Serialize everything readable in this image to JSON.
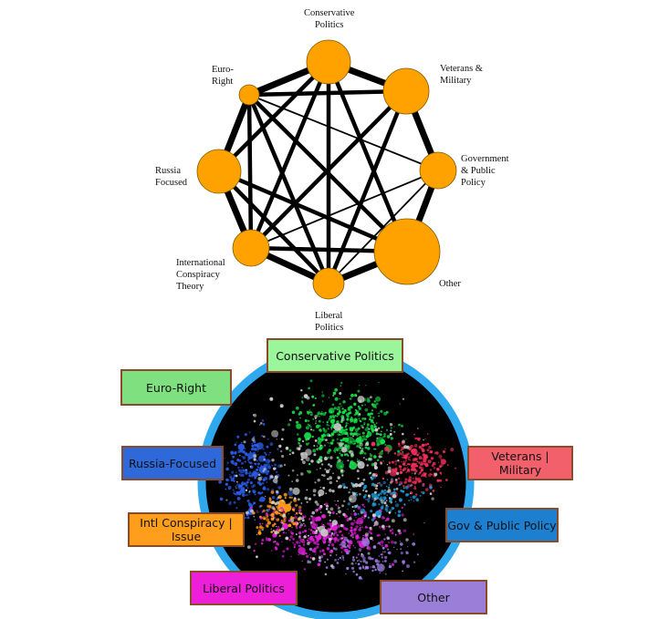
{
  "network": {
    "nodes": [
      {
        "id": "conservative",
        "label": "Conservative\nPolitics",
        "size": 3
      },
      {
        "id": "veterans",
        "label": "Veterans &\nMilitary",
        "size": 4
      },
      {
        "id": "government",
        "label": "Government\n& Public\nPolicy",
        "size": 2
      },
      {
        "id": "other",
        "label": "Other",
        "size": 5
      },
      {
        "id": "liberal",
        "label": "Liberal\nPolitics",
        "size": 1
      },
      {
        "id": "intl",
        "label": "International\nConspiracy\nTheory",
        "size": 2
      },
      {
        "id": "russia",
        "label": "Russia\nFocused",
        "size": 3
      },
      {
        "id": "euro",
        "label": "Euro-\nRight",
        "size": 0
      }
    ],
    "edges": [
      [
        "conservative",
        "veterans",
        "heavy"
      ],
      [
        "conservative",
        "euro",
        "heavy"
      ],
      [
        "conservative",
        "russia",
        "medium"
      ],
      [
        "conservative",
        "intl",
        "medium"
      ],
      [
        "conservative",
        "liberal",
        "medium"
      ],
      [
        "conservative",
        "other",
        "medium"
      ],
      [
        "veterans",
        "government",
        "heavy"
      ],
      [
        "veterans",
        "intl",
        "medium"
      ],
      [
        "veterans",
        "liberal",
        "medium"
      ],
      [
        "veterans",
        "euro",
        "medium"
      ],
      [
        "government",
        "other",
        "heavy"
      ],
      [
        "government",
        "euro",
        "thin"
      ],
      [
        "government",
        "intl",
        "thin"
      ],
      [
        "government",
        "liberal",
        "thin"
      ],
      [
        "other",
        "liberal",
        "heavy"
      ],
      [
        "other",
        "intl",
        "medium"
      ],
      [
        "other",
        "russia",
        "medium"
      ],
      [
        "other",
        "euro",
        "medium"
      ],
      [
        "liberal",
        "intl",
        "heavy"
      ],
      [
        "liberal",
        "russia",
        "medium"
      ],
      [
        "liberal",
        "euro",
        "medium"
      ],
      [
        "intl",
        "russia",
        "heavy"
      ],
      [
        "intl",
        "euro",
        "medium"
      ],
      [
        "russia",
        "euro",
        "heavy"
      ]
    ],
    "node_color": "#ffa200"
  },
  "cluster_map": {
    "labels": [
      {
        "id": "conservative",
        "text": "Conservative Politics",
        "color": "#9bf59b"
      },
      {
        "id": "euro",
        "text": "Euro-Right",
        "color": "#7ee07e"
      },
      {
        "id": "veterans",
        "text": "Veterans | Military",
        "color": "#f2606b"
      },
      {
        "id": "russia",
        "text": "Russia-Focused",
        "color": "#2f68d8"
      },
      {
        "id": "gov",
        "text": "Gov & Public Policy",
        "color": "#1d7fd0"
      },
      {
        "id": "intl",
        "text": "Intl Conspiracy | Issue",
        "color": "#ff9d1c"
      },
      {
        "id": "liberal",
        "text": "Liberal Politics",
        "color": "#ee1fd8"
      },
      {
        "id": "other",
        "text": "Other",
        "color": "#9b7ed8"
      }
    ],
    "ring_color": "#2fa8ee"
  }
}
